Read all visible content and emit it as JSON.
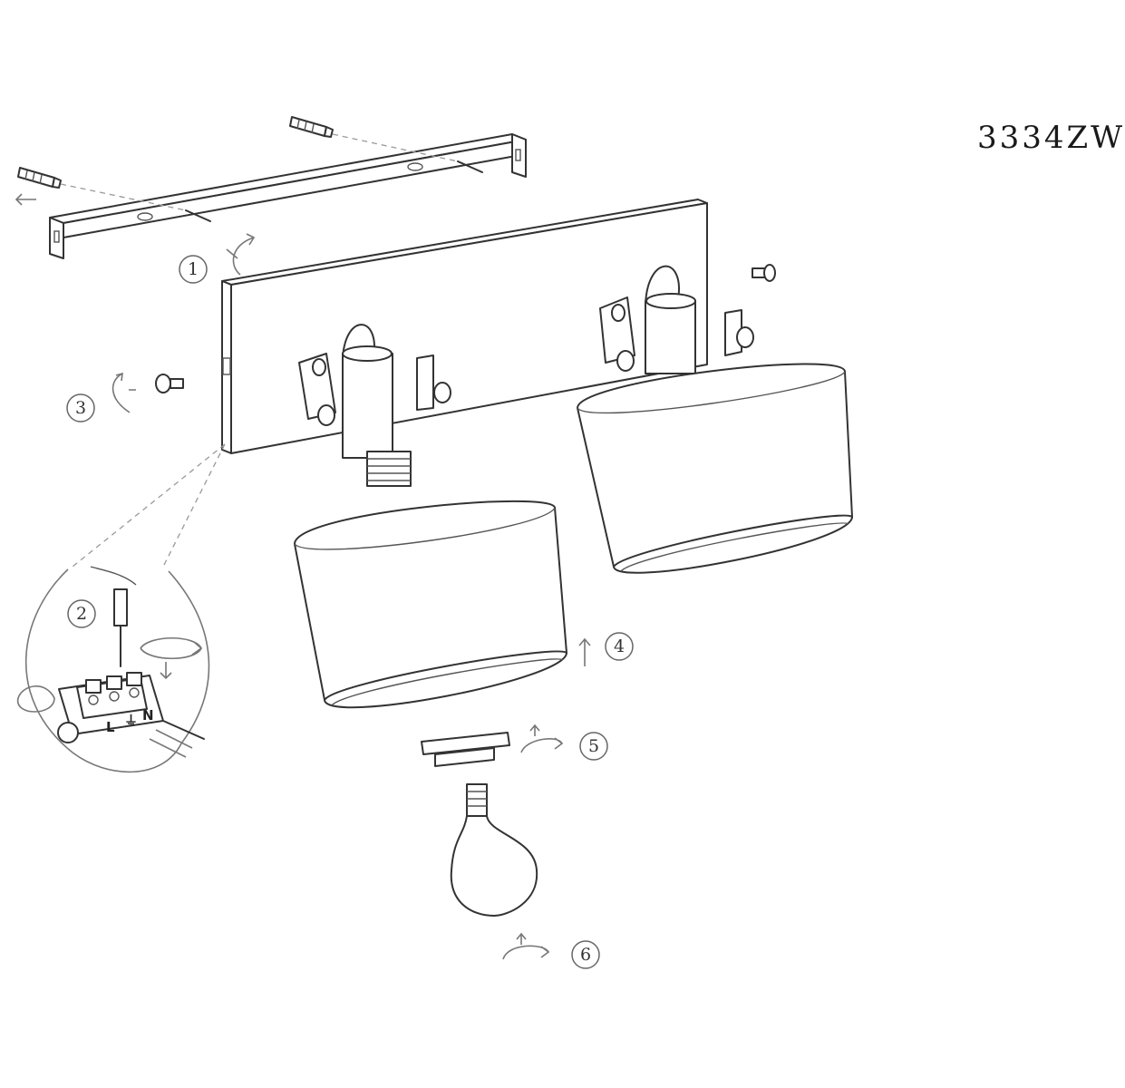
{
  "diagram": {
    "model_code": "3334ZW",
    "steps": [
      {
        "id": "step-1",
        "number": "1"
      },
      {
        "id": "step-2",
        "number": "2"
      },
      {
        "id": "step-3",
        "number": "3"
      },
      {
        "id": "step-4",
        "number": "4"
      },
      {
        "id": "step-5",
        "number": "5"
      },
      {
        "id": "step-6",
        "number": "6"
      }
    ],
    "terminal_labels": {
      "live": "L",
      "earth": "⏚",
      "neutral": "N"
    },
    "icons": [
      "wall-plug-icon",
      "screw-icon",
      "rotate-arrow-icon",
      "screwdriver-icon",
      "bulb-icon",
      "terminal-block-icon"
    ]
  }
}
